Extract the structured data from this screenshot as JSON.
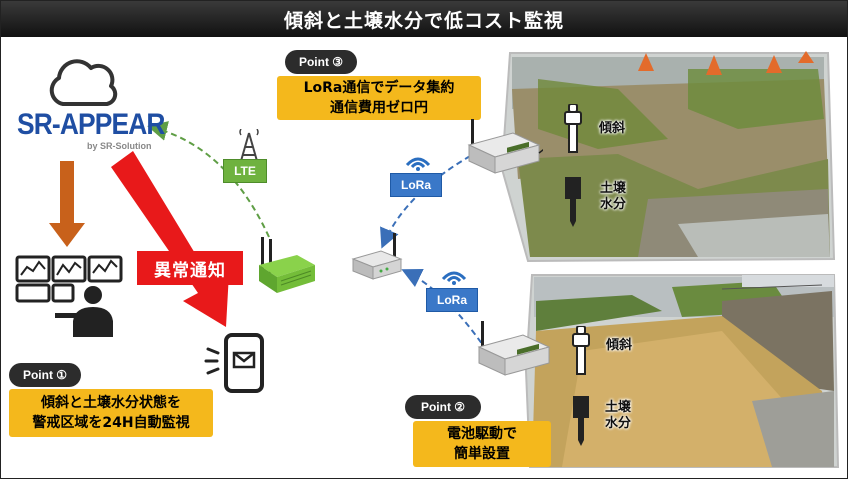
{
  "title": "傾斜と土壌水分で低コスト監視",
  "brand": {
    "name": "SR-APPEAR",
    "sub": "by SR-Solution"
  },
  "labels": {
    "lte": "LTE",
    "lora_1": "LoRa",
    "lora_2": "LoRa",
    "alert": "異常通知"
  },
  "points": [
    {
      "tag": "Point ①",
      "lines": [
        "傾斜と土壌水分状態を",
        "警戒区域を24H自動監視"
      ]
    },
    {
      "tag": "Point ②",
      "lines": [
        "電池駆動で",
        "簡単設置"
      ]
    },
    {
      "tag": "Point ③",
      "lines": [
        "LoRa通信でデータ集約",
        "通信費用ゼロ円"
      ]
    }
  ],
  "sites": [
    {
      "tilt": "傾斜",
      "soil": [
        "土壌",
        "水分"
      ]
    },
    {
      "tilt": "傾斜",
      "soil": [
        "土壌",
        "水分"
      ]
    }
  ],
  "colors": {
    "brand": "#1f4ea3",
    "point_box": "#f4b81c",
    "alert": "#e8191a",
    "lte": "#6fb23f",
    "lora": "#3a78c8",
    "arrow_orange": "#c8611b"
  }
}
